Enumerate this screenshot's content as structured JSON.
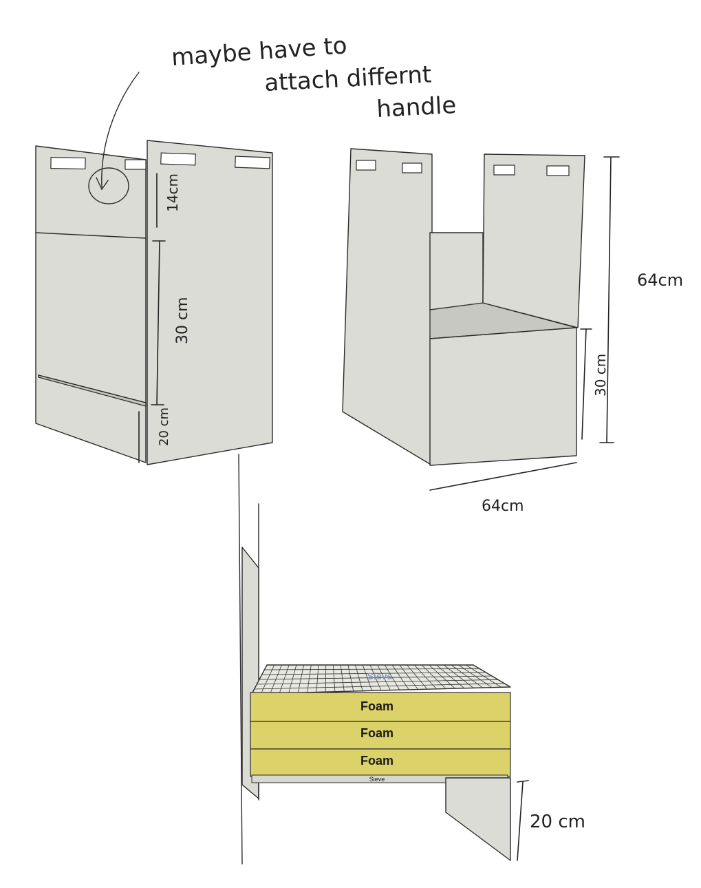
{
  "annotations": {
    "note_line1": "maybe have to",
    "note_line2": "attach differnt",
    "note_line3": "handle",
    "dim_14cm": "14cm",
    "dim_30cm_left": "30 cm",
    "dim_20cm_left": "20 cm",
    "dim_64cm_height": "64cm",
    "dim_30cm_right": "30 cm",
    "dim_64cm_width": "64cm",
    "dim_20cm_bottom": "20 cm"
  },
  "layers": {
    "mesh": "Sieve",
    "foam_1": "Foam",
    "foam_2": "Foam",
    "foam_3": "Foam",
    "sieve": "Sieve"
  },
  "colors": {
    "panel": "#dcdcd6",
    "foam": "#dcd26a",
    "line": "#2a2a2a"
  }
}
